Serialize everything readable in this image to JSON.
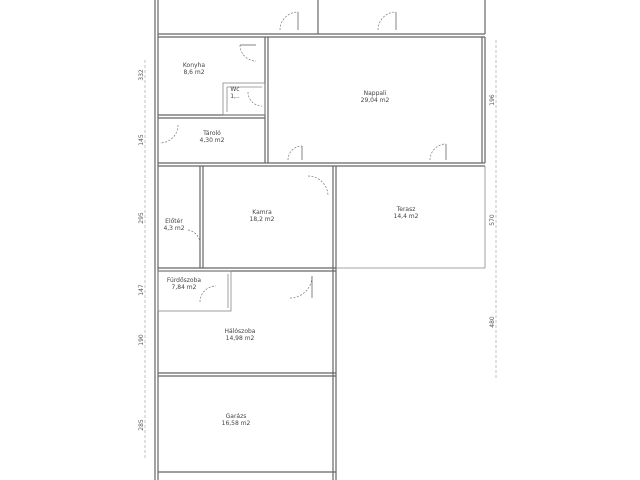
{
  "rooms": [
    {
      "id": "konyha",
      "name": "Konyha",
      "area": "8,6 m2"
    },
    {
      "id": "wc",
      "name": "Wc",
      "area": "1,.."
    },
    {
      "id": "nappali",
      "name": "Nappali",
      "area": "29,04 m2"
    },
    {
      "id": "tarolo",
      "name": "Tároló",
      "area": "4,30 m2"
    },
    {
      "id": "eloter",
      "name": "Előtér",
      "area": "4,3 m2"
    },
    {
      "id": "kamra",
      "name": "Kamra",
      "area": "18,2 m2"
    },
    {
      "id": "terasz",
      "name": "Terasz",
      "area": "14,4 m2"
    },
    {
      "id": "furdoszoba",
      "name": "Fürdőszoba",
      "area": "7,84 m2"
    },
    {
      "id": "haloszoba",
      "name": "Hálószoba",
      "area": "14,98 m2"
    },
    {
      "id": "garazs",
      "name": "Garázs",
      "area": "16,58 m2"
    }
  ],
  "dimensions": {
    "left": [
      "332",
      "145",
      "295",
      "147",
      "190",
      "285"
    ],
    "right": [
      "196",
      "570",
      "480"
    ]
  }
}
